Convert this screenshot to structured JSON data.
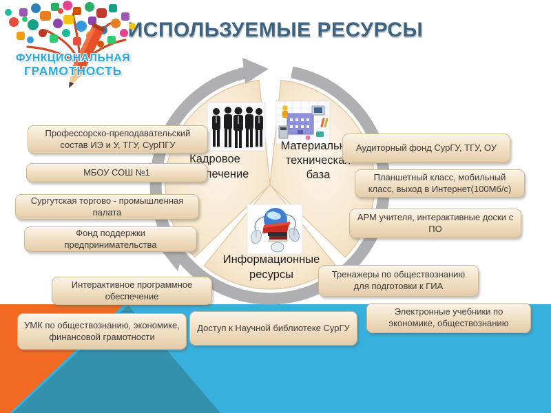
{
  "slide": {
    "title": "ИСПОЛЬЗУЕМЫЕ РЕСУРСЫ"
  },
  "logo": {
    "line1": "ФУНКЦИОНАЛЬНАЯ",
    "line2": "ГРАМОТНОСТЬ"
  },
  "diagram": {
    "type": "cycle",
    "segments": [
      {
        "id": "personnel",
        "lines": [
          "Кадровое",
          "обеспечение"
        ]
      },
      {
        "id": "material-technical",
        "lines": [
          "Материально-",
          "техническая",
          "база"
        ]
      },
      {
        "id": "information",
        "lines": [
          "Информационные",
          "ресурсы"
        ]
      }
    ]
  },
  "boxes": {
    "items": [
      {
        "text": "Профессорско-преподавательский состав ИЭ и У, ТГУ, СурПГУ"
      },
      {
        "text": "МБОУ СОШ №1"
      },
      {
        "text": "Сургутская торгово - промышленная палата"
      },
      {
        "text": "Фонд поддержки предпринимательства"
      },
      {
        "text": "Интерактивное программное обеспечение"
      },
      {
        "text": "УМК по обществознанию, экономике, финансовой грамотности"
      },
      {
        "text": "Доступ к Научной библиотеке СурГУ"
      },
      {
        "text": "Электронные учебники по экономике, обществознанию"
      },
      {
        "text": "Аудиторный фонд СурГУ, ТГУ, ОУ"
      },
      {
        "text": "Планшетный класс, мобильный класс, выход в Интернет(100Мб/с)"
      },
      {
        "text": "АРМ учителя, интерактивные доски с ПО"
      },
      {
        "text": "Тренажеры по обществознанию для подготовки к ГИА"
      }
    ]
  },
  "icons": {
    "logo_tree": "tree-of-colorful-icons",
    "pencil": "pencil-trunk",
    "cycle_arrows": "circular-gray-arrows",
    "personnel_image": "business-people-silhouettes",
    "material_image": "school-building-equipment-clipart",
    "information_image": "globe-books-computer-mice-clipart"
  },
  "colors": {
    "title": "#3E6380",
    "logo_text": "#29A9E1",
    "band_blue": "#38B0DD",
    "wedge_orange": "#F26A21",
    "wedge_teal": "#3391AE",
    "box_fill_top": "#FBF3E6",
    "box_fill_bottom": "#E5CCA9",
    "sector_fill": "#F7E7CE",
    "ring_gray": "#AFAEB1"
  }
}
